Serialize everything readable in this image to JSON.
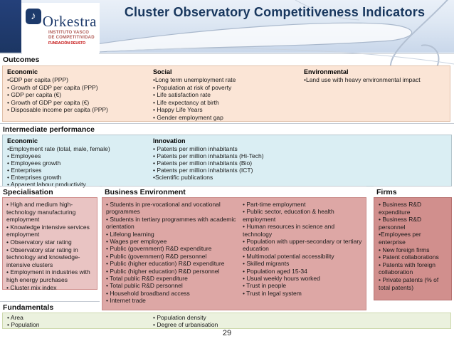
{
  "header": {
    "title": "Cluster Observatory Competitiveness Indicators",
    "logo": {
      "name": "Orkestra",
      "subtitle_line1": "INSTITUTO VASCO",
      "subtitle_line2": "DE COMPETITIVIDAD",
      "subtitle_line3": "FUNDACIÓN DEUSTO"
    }
  },
  "icons": {
    "logo_note": "♪"
  },
  "colors": {
    "title_text": "#17365d",
    "header_bar_blue": "#1e3a6d",
    "outcomes_fill": "#fbe5d6",
    "intermediate_fill": "#daeef3",
    "specialisation_fill": "#e9c4c3",
    "business_fill": "#dda7a5",
    "firms_fill": "#d18f8d",
    "fundamentals_fill": "#ebf1de",
    "logo_red": "#c0504d"
  },
  "sections": {
    "outcomes": {
      "label": "Outcomes",
      "columns": [
        {
          "title": "Economic",
          "items": [
            "•GDP per capita (PPP)",
            "• Growth of GDP per capita (PPP)",
            "• GDP per capita (€)",
            "• Growth of GDP per capita (€)",
            "• Disposable income per capita (PPP)"
          ]
        },
        {
          "title": "Social",
          "items": [
            "•Long term unemployment rate",
            "• Population at risk of poverty",
            "• Life satisfaction rate",
            "• Life expectancy at birth",
            "• Happy Life Years",
            "• Gender employment gap"
          ]
        },
        {
          "title": "Environmental",
          "items": [
            "•Land use with heavy environmental impact"
          ]
        }
      ]
    },
    "intermediate": {
      "label": "Intermediate performance",
      "columns": [
        {
          "title": "Economic",
          "items": [
            "•Employment rate (total, male, female)",
            "• Employees",
            "• Employees growth",
            "• Enterprises",
            "• Enterprises growth",
            "• Apparent labour productivity"
          ]
        },
        {
          "title": "Innovation",
          "items": [
            "• Patents per million inhabitants",
            "• Patents per million inhabitants (Hi-Tech)",
            "• Patents per million inhabitants (Bio)",
            "• Patents per million inhabitants (ICT)",
            "•Scientific publications"
          ]
        }
      ]
    },
    "specialisation": {
      "label": "Specialisation",
      "items": [
        "• High and medium high-technology manufacturing employment",
        "• Knowledge intensive services employment",
        "• Observatory star rating",
        "• Observatory star rating in technology and knowledge-intensive clusters",
        "• Employment in industries with high energy purchases",
        "• Cluster mix index"
      ]
    },
    "business_environment": {
      "label": "Business Environment",
      "columns": [
        {
          "items": [
            "• Students in pre-vocational and vocational programmes",
            "• Students in tertiary programmes with academic orientation",
            "• Lifelong learning",
            "• Wages per employee",
            "• Public (government) R&D expenditure",
            "• Public (government) R&D personnel",
            "• Public (higher education) R&D expenditure",
            "• Public (higher education) R&D personnel",
            "• Total public R&D expenditure",
            "• Total public R&D personnel",
            "• Household broadband access",
            "• Internet trade"
          ]
        },
        {
          "items": [
            "• Part-time employment",
            "• Public sector, education & health employment",
            "• Human resources in science and technology",
            "• Population with upper-secondary or tertiary education",
            "• Multimodal potential accessibility",
            "• Skilled migrants",
            "• Population aged 15-34",
            "• Usual weekly hours worked",
            "• Trust in people",
            "• Trust in legal system"
          ]
        }
      ]
    },
    "firms": {
      "label": "Firms",
      "items": [
        "• Business R&D expenditure",
        "• Business R&D personnel",
        "•Employees per enterprise",
        "• New foreign firms",
        "• Patent collaborations",
        "• Patents with foreign collaboration",
        "• Private patents (% of total patents)"
      ]
    },
    "fundamentals": {
      "label": "Fundamentals",
      "columns": [
        {
          "items": [
            "• Area",
            "• Population"
          ]
        },
        {
          "items": [
            "• Population density",
            "• Degree of urbanisation"
          ]
        }
      ]
    }
  },
  "footer": {
    "page_number": "29"
  }
}
